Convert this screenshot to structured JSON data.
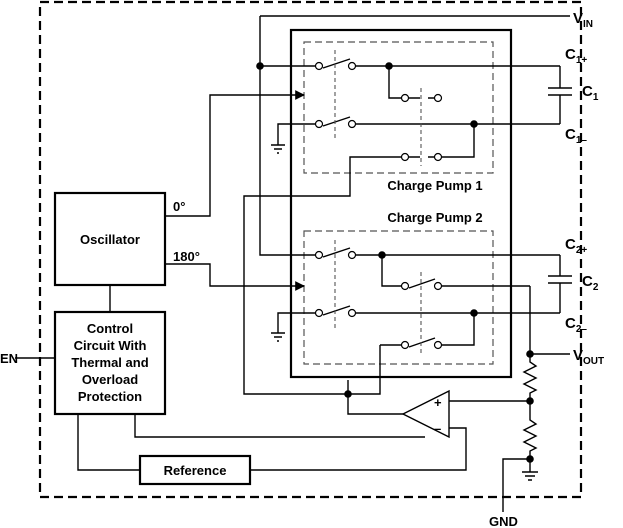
{
  "blocks": {
    "oscillator": "Oscillator",
    "control": [
      "Control",
      "Circuit With",
      "Thermal and",
      "Overload",
      "Protection"
    ],
    "reference": "Reference",
    "charge_pump_1": "Charge Pump 1",
    "charge_pump_2": "Charge Pump 2"
  },
  "phases": {
    "p0": "0°",
    "p180": "180°"
  },
  "pins": {
    "vin": {
      "main": "V",
      "sub": "IN"
    },
    "c1p": {
      "main": "C",
      "sub": "1+"
    },
    "c1m": {
      "main": "C",
      "sub": "1–"
    },
    "c1": {
      "main": "C",
      "sub": "1"
    },
    "c2p": {
      "main": "C",
      "sub": "2+"
    },
    "c2m": {
      "main": "C",
      "sub": "2–"
    },
    "c2": {
      "main": "C",
      "sub": "2"
    },
    "vout": {
      "main": "V",
      "sub": "OUT"
    },
    "en": "EN",
    "gnd": "GND"
  },
  "opamp": {
    "plus": "+",
    "minus": "–"
  }
}
